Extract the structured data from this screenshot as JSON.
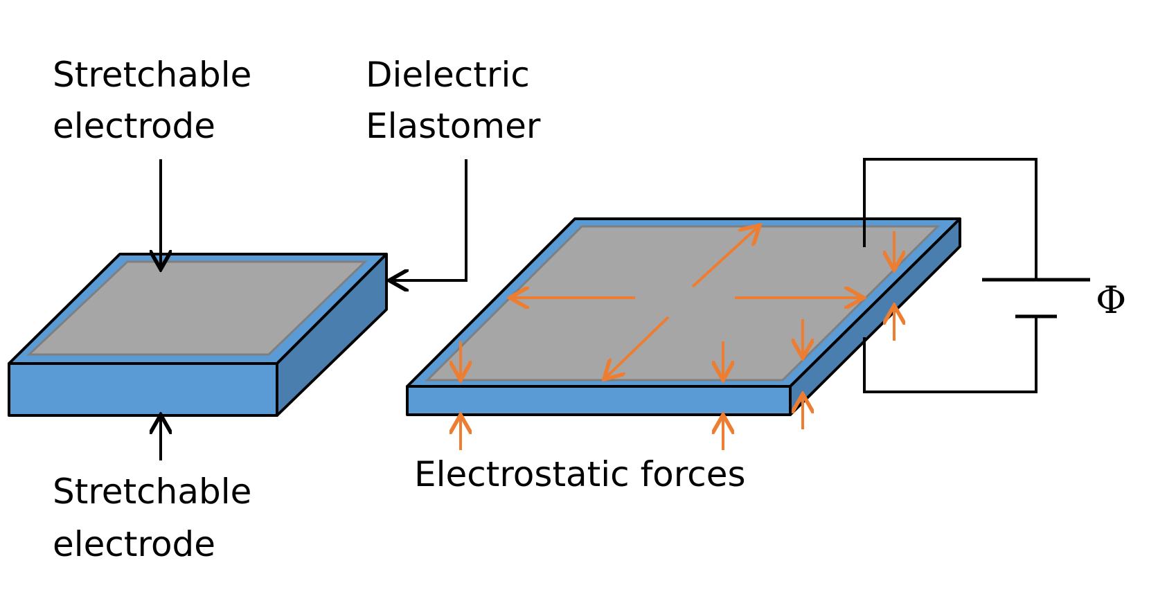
{
  "labels": {
    "top_electrode_line1": "Stretchable",
    "top_electrode_line2": "electrode",
    "dielectric_line1": "Dielectric",
    "dielectric_line2": "Elastomer",
    "bottom_electrode_line1": "Stretchable",
    "bottom_electrode_line2": "electrode",
    "forces": "Electrostatic forces",
    "voltage_symbol": "Φ"
  },
  "colors": {
    "slab_front": "#5B9BD5",
    "slab_side": "#4A7EAE",
    "electrode": "#A6A6A6",
    "force_arrow": "#ED7D31",
    "outline": "#000000"
  }
}
